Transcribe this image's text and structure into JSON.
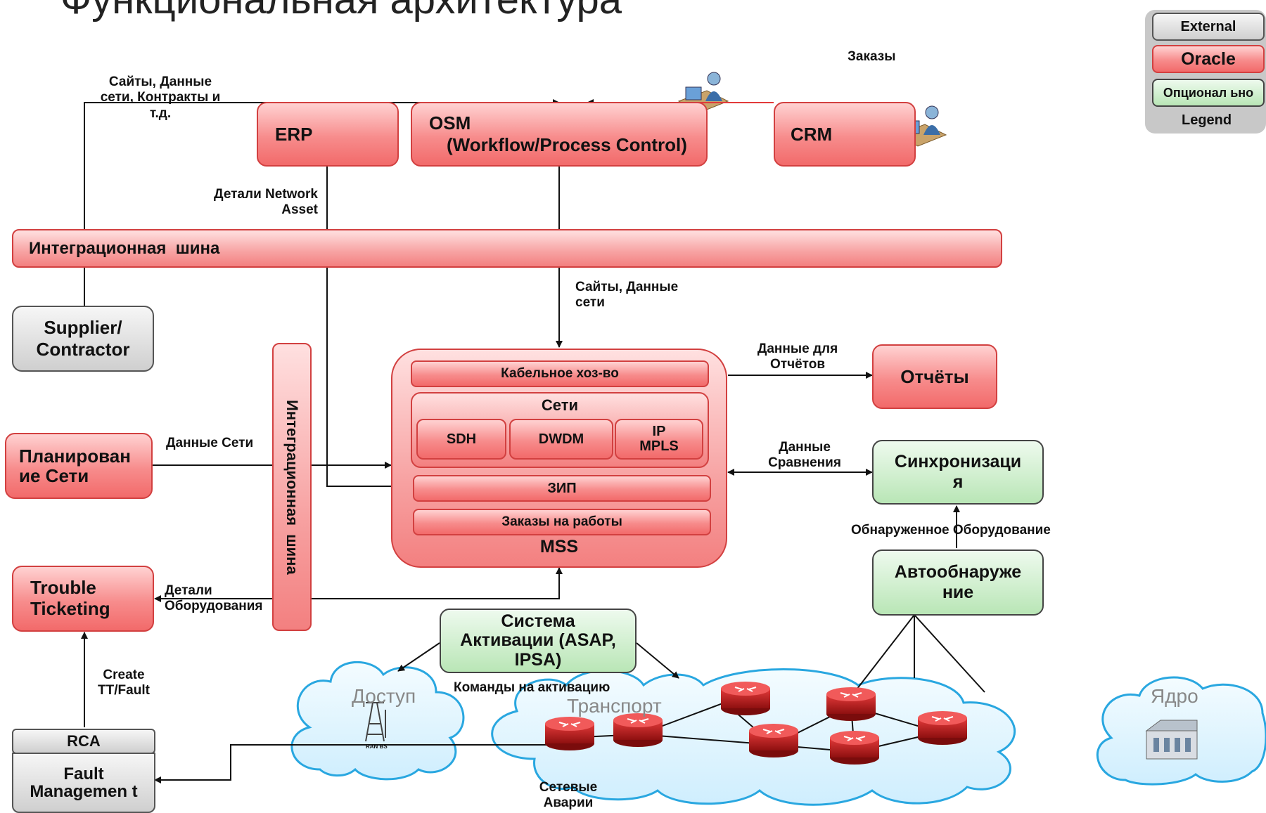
{
  "title": "Функциональная архитектура",
  "legend": {
    "external": "External",
    "oracle": "Oracle",
    "optional": "Опционал ьно",
    "label": "Legend"
  },
  "boxes": {
    "erp": "ERP",
    "osm_line1": "OSM",
    "osm_line2": "(Workflow/Process Control)",
    "crm": "CRM",
    "bus_horizontal": "Интеграционная  шина",
    "bus_vertical": "Интеграционная  шина",
    "supplier": "Supplier/ Contractor",
    "planning": "Планирован ие Сети",
    "trouble": "Trouble Ticketing",
    "rca": "RCA",
    "fault": "Fault Managemen t",
    "reports": "Отчёты",
    "sync": "Синхронизаци я",
    "autodiscovery": "Автообнаруже ние",
    "activation": "Система Активации (ASAP, IPSA)"
  },
  "mss": {
    "label": "MSS",
    "cable": "Кабельное хоз-во",
    "networks": "Сети",
    "sdh": "SDH",
    "dwdm": "DWDM",
    "ipmpls": "IP MPLS",
    "zip": "ЗИП",
    "orders": "Заказы на работы"
  },
  "labels": {
    "orders_top": "Заказы",
    "sites_data_contracts": "Сайты, Данные сети, Контракты и т.д.",
    "network_asset": "Детали Network Asset",
    "sites_data": "Сайты, Данные сети",
    "report_data": "Данные для Отчётов",
    "network_data": "Данные Сети",
    "compare_data": "Данные Сравнения",
    "discovered_equipment": "Обнаруженное Оборудование",
    "equipment_details": "Детали Оборудования",
    "create_tt": "Create TT/Fault",
    "activation_commands": "Команды на активацию",
    "network_alarms": "Сетевые Аварии"
  },
  "clouds": {
    "access": "Доступ",
    "transport": "Транспорт",
    "core": "Ядро",
    "ran_bs": "RAN BS"
  },
  "colors": {
    "oracle_red": "#f26a6a",
    "optional_green": "#b9e6b6",
    "external_grey": "#cfcfcf"
  }
}
